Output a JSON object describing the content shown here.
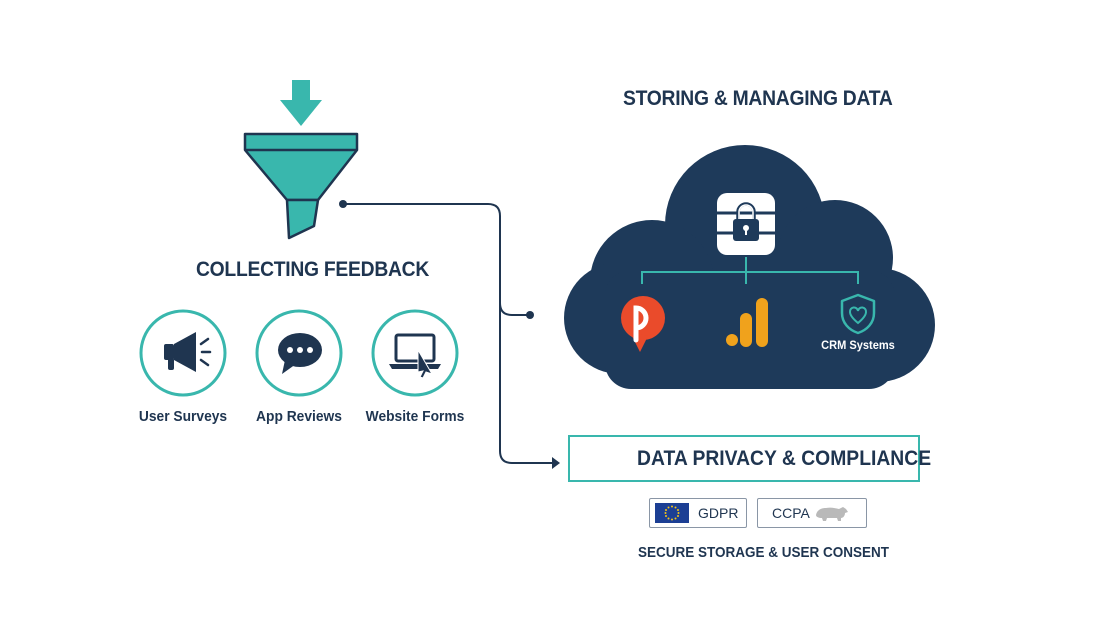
{
  "left_section": {
    "title": "COLLECTING FEEDBACK",
    "sources": [
      {
        "label": "User Surveys",
        "icon": "megaphone-icon"
      },
      {
        "label": "App Reviews",
        "icon": "chat-bubble-icon"
      },
      {
        "label": "Website Forms",
        "icon": "laptop-cursor-icon"
      }
    ]
  },
  "right_section": {
    "title": "STORING & MANAGING DATA",
    "storage_items": [
      {
        "label": "",
        "icon": "pendo-logo-icon"
      },
      {
        "label": "",
        "icon": "analytics-bars-icon"
      },
      {
        "label": "CRM Systems",
        "icon": "shield-heart-icon"
      }
    ]
  },
  "privacy": {
    "title": "DATA PRIVACY & COMPLIANCE",
    "badges": [
      {
        "label": "GDPR",
        "icon": "eu-flag-icon"
      },
      {
        "label": "CCPA",
        "icon": "california-bear-icon"
      }
    ],
    "subtitle": "SECURE STORAGE & USER CONSENT"
  },
  "colors": {
    "teal": "#39b7ad",
    "navy": "#1e3a5a",
    "text": "#1f3550",
    "orange": "#f0a21c",
    "pendo_red": "#ea4b2b"
  }
}
